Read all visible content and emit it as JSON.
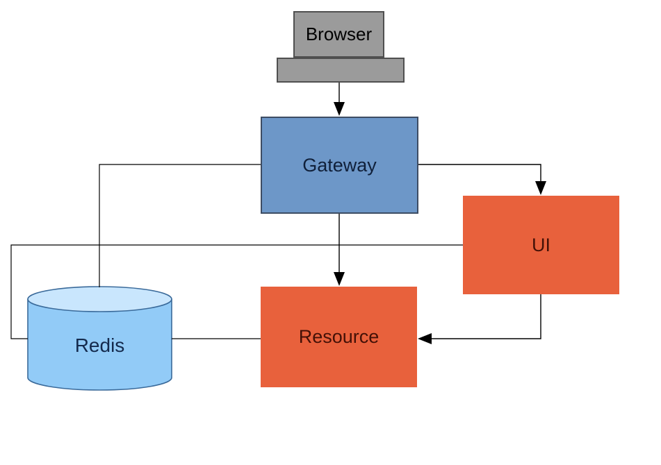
{
  "diagram": {
    "type": "architecture-flow",
    "background_color": "#ffffff",
    "connector_color": "#000000",
    "nodes": [
      {
        "id": "browser",
        "label": "Browser",
        "shape": "terminal",
        "fill": "#9b9b9b",
        "border": "#4f4f4f",
        "text_color": "#000000"
      },
      {
        "id": "gateway",
        "label": "Gateway",
        "shape": "rectangle",
        "fill": "#6d97c8",
        "border": "#3d4c63",
        "text_color": "#10203a"
      },
      {
        "id": "ui",
        "label": "UI",
        "shape": "rectangle",
        "fill": "#e8613c",
        "border": "none",
        "text_color": "#441107"
      },
      {
        "id": "resource",
        "label": "Resource",
        "shape": "rectangle",
        "fill": "#e8613c",
        "border": "none",
        "text_color": "#441107"
      },
      {
        "id": "redis",
        "label": "Redis",
        "shape": "cylinder",
        "fill": "#92cbf7",
        "top_fill": "#c9e6fd",
        "border": "#3a6a9a",
        "text_color": "#142a4d"
      }
    ],
    "edges": [
      {
        "from": "browser",
        "to": "gateway",
        "arrowhead": true
      },
      {
        "from": "gateway",
        "to": "ui",
        "arrowhead": true
      },
      {
        "from": "gateway",
        "to": "resource",
        "arrowhead": true
      },
      {
        "from": "gateway",
        "to": "redis",
        "arrowhead": false
      },
      {
        "from": "ui",
        "to": "redis",
        "arrowhead": false
      },
      {
        "from": "ui",
        "to": "resource",
        "arrowhead": true
      },
      {
        "from": "redis",
        "to": "resource",
        "arrowhead": false
      }
    ]
  }
}
